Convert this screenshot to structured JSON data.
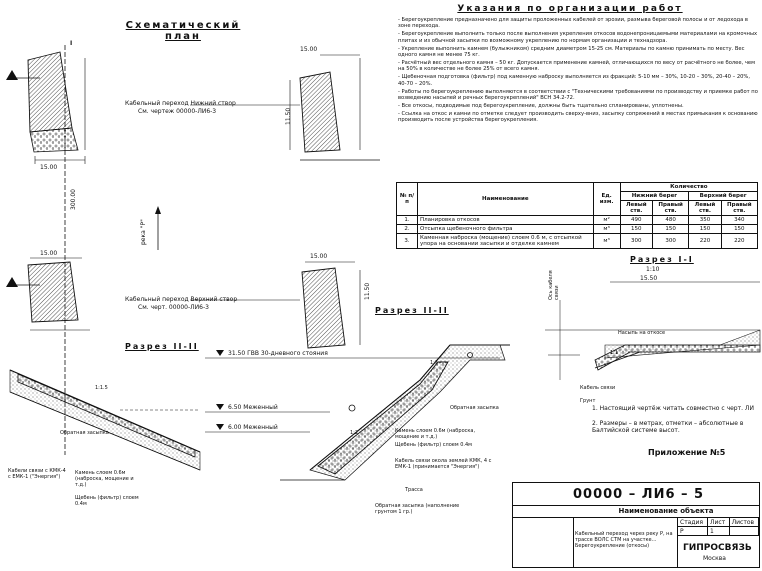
{
  "plan": {
    "title": "Схематический план",
    "dims": [
      "15.00",
      "15.00",
      "15.00",
      "15.00",
      "300.00",
      "11.50",
      "11.50"
    ],
    "sec_mark": "I",
    "river_label": "река \"Р\"",
    "crossing_top": "Кабельный переход  Нижний створ",
    "crossing_top_ref": "См. чертеж 00000-ЛИ6-3",
    "crossing_bottom": "Кабельный переход  Верхний створ",
    "crossing_bottom_ref": "См. черт. 00000-ЛИ6-3"
  },
  "sections": {
    "sec_ii_title": "Разрез II-II",
    "sec_i_title": "Разрез I-I",
    "sec_i_scale": "1:10",
    "sec_i_width": "15.50",
    "level_high": "31.50 ГВВ  30-дневного стояния",
    "level_low": "6.50  Меженный",
    "level_low2": "6.00  Меженный",
    "labels": {
      "obratnaya": "Обратная засыпка",
      "kamen1": "Камень слоем 0.6м (наброска, мощение и т.д.)",
      "shcheben": "Щебень (фильтр) слоем 0.4м",
      "kabel": "Кабель связи окола землей КМК, 4 с ЕМК-1 (принимается \"Энергия\")",
      "obratnaya2": "Обратная засыпка",
      "trassa": "Трасса",
      "obratnaya3": "Обратная засыпка (наполнение грунтом 1 гр.)",
      "kabel2": "Кабели связи с КМК-4 с ЕМК-1 (\"Энергия\")",
      "kamen2": "Камень слоем 0.6м (наброска, мощение и т.д.)",
      "shchebenfilter": "Щебень (фильтр) слоем 0.4м",
      "rek_fill": "Насыпь на откосе",
      "kanal": "Кабель связи",
      "grunt": "Грунт",
      "kanal_pit": "Ось кабеля связи"
    },
    "tube_labels": [
      "1:1.5",
      "1:2",
      "1:1",
      "1:1"
    ]
  },
  "notes": {
    "title": "Указания по организации работ",
    "items": [
      "- Берегоукрепление предназначено для защиты проложенных кабелей от эрозии, размыва береговой полосы и от ледохода в зоне перехода.",
      "- Берегоукрепление выполнить только после выполнения укрепления откосов водонепроницаемыми материалами на кромочных плитах и из обычной засыпки по возможному укреплению по нормам организации и технадзора.",
      "- Укрепление выполнить камнем (булыжником) средним диаметром 15-25 см. Материалы по камню принимать по месту. Вес одного камня не менее 75 кг.",
      "- Расчётный вес отдельного камня – 50 кг. Допускается применение камней, отличающихся по весу от расчётного не более, чем на 50% в количестве не более 25% от всего камня.",
      "- Щебеночная подготовка (фильтр) под каменную наброску выполняется из фракций: 5-10 мм – 30%, 10-20 – 30%, 20-40 – 20%, 40-70 – 20%.",
      "- Работы по берегоукреплению выполняются в соответствии с \"Техническими требованиями по производству и приемке работ по возведению насыпей и речных берегоукреплений\" ВСН 34.2-72.",
      "- Все откосы, подводимые под берегоукрепление, должны быть тщательно спланированы, уплотнены.",
      "- Ссылка на откос и камни по отметке следует производить сверху-вниз, засыпку сопряжений в местах примыкания к основанию производить после устройства берегоукрепления."
    ]
  },
  "table": {
    "headers": {
      "num": "№ п/п",
      "name": "Наименование",
      "unit": "Ед. изм.",
      "qty": "Количество",
      "lower": "Нижний берег",
      "upper": "Верхний берег",
      "left_st": "Левый ств.",
      "right_st": "Правый ств."
    },
    "rows": [
      {
        "n": "1.",
        "name": "Планировка откосов",
        "unit": "м²",
        "v": [
          "490",
          "480",
          "350",
          "340"
        ]
      },
      {
        "n": "2.",
        "name": "Отсыпка щебеночного фильтра",
        "unit": "м³",
        "v": [
          "150",
          "150",
          "150",
          "150"
        ]
      },
      {
        "n": "3.",
        "name": "Каменная наброска (мощение) слоем 0.6 м, с отсыпкой упора на основании засыпки и отделке камнем",
        "unit": "м³",
        "v": [
          "300",
          "300",
          "220",
          "220"
        ]
      }
    ]
  },
  "footnotes": [
    "1. Настоящий чертёж читать совместно с черт. ЛИ",
    "2. Размеры – в метрах, отметки – абсолютные в Балтийской системе высот."
  ],
  "appendix": "Приложение №5",
  "stamp": {
    "code": "00000 – ЛИ6 – 5",
    "object": "Наименование объекта",
    "desc": "Кабельный переход через реку Р, на трассе ВОЛС СТМ на участке... Берегоукрепление (откосы)",
    "org": "ГИПРОСВЯЗЬ",
    "city": "Москва",
    "stage_h": "Стадия",
    "sheet_h": "Лист",
    "sheets_h": "Листов",
    "stage": "Р",
    "sheet": "1"
  }
}
